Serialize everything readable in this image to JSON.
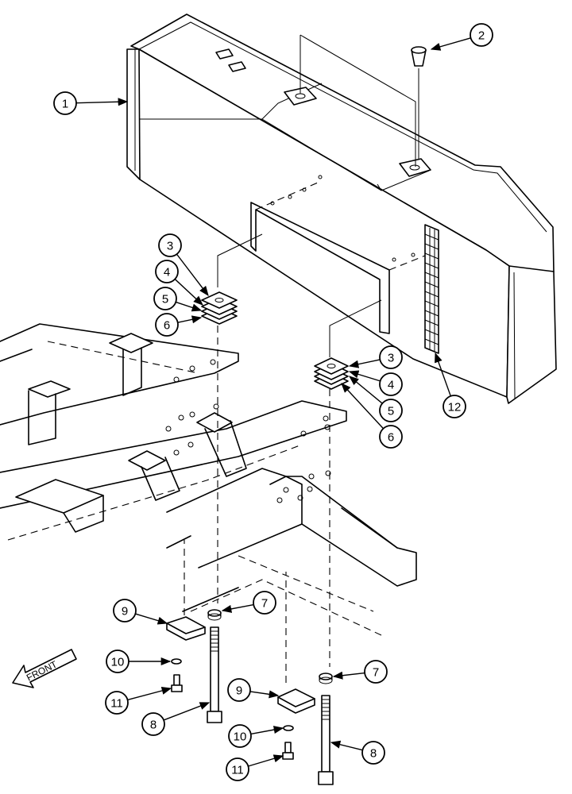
{
  "figure": {
    "front_label": "FRONT",
    "callouts": [
      {
        "id": "c1",
        "label": "1"
      },
      {
        "id": "c2",
        "label": "2"
      },
      {
        "id": "c3a",
        "label": "3"
      },
      {
        "id": "c4a",
        "label": "4"
      },
      {
        "id": "c5a",
        "label": "5"
      },
      {
        "id": "c6a",
        "label": "6"
      },
      {
        "id": "c3b",
        "label": "3"
      },
      {
        "id": "c4b",
        "label": "4"
      },
      {
        "id": "c5b",
        "label": "5"
      },
      {
        "id": "c6b",
        "label": "6"
      },
      {
        "id": "c12",
        "label": "12"
      },
      {
        "id": "c7a",
        "label": "7"
      },
      {
        "id": "c9a",
        "label": "9"
      },
      {
        "id": "c10a",
        "label": "10"
      },
      {
        "id": "c11a",
        "label": "11"
      },
      {
        "id": "c8a",
        "label": "8"
      },
      {
        "id": "c7b",
        "label": "7"
      },
      {
        "id": "c9b",
        "label": "9"
      },
      {
        "id": "c10b",
        "label": "10"
      },
      {
        "id": "c11b",
        "label": "11"
      },
      {
        "id": "c8b",
        "label": "8"
      }
    ]
  }
}
